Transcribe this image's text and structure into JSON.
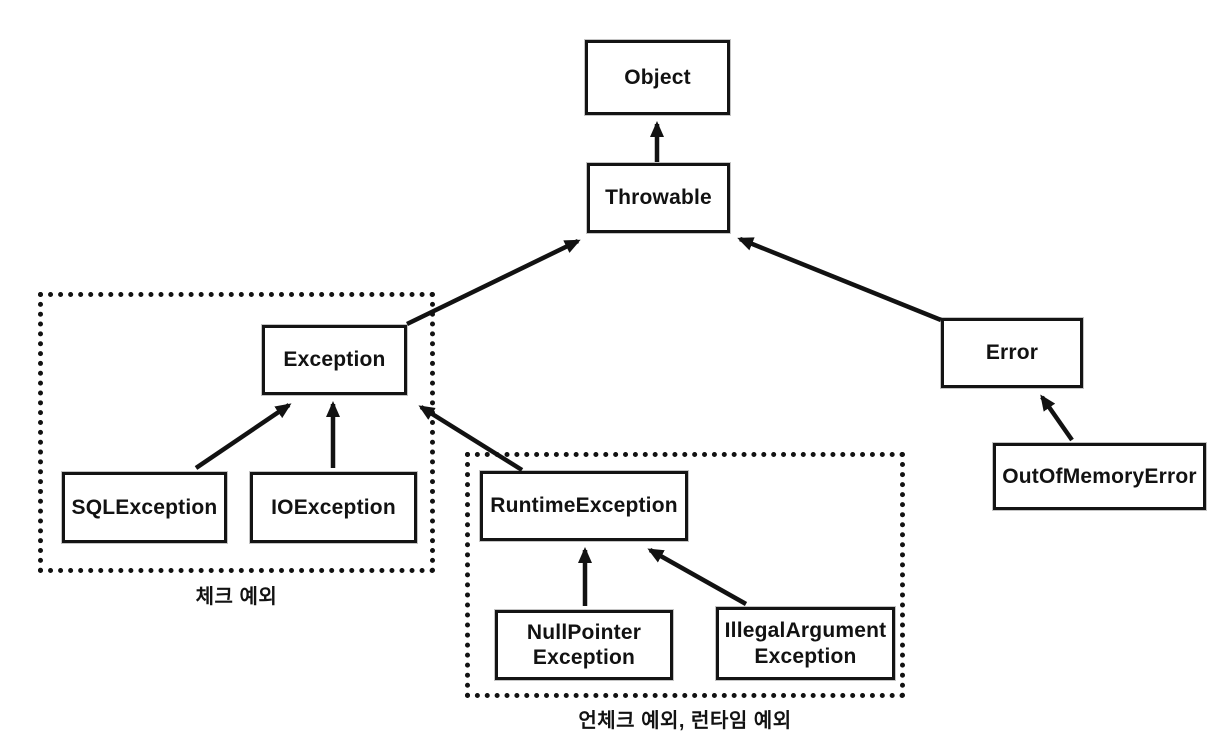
{
  "nodes": {
    "object": {
      "label": "Object"
    },
    "throwable": {
      "label": "Throwable"
    },
    "exception": {
      "label": "Exception"
    },
    "error": {
      "label": "Error"
    },
    "sql_exception": {
      "label": "SQLException"
    },
    "io_exception": {
      "label": "IOException"
    },
    "runtime_exception": {
      "label": "RuntimeException"
    },
    "null_pointer_exception": {
      "label": "NullPointer\nException"
    },
    "illegal_argument_exception": {
      "label": "IllegalArgument\nException"
    },
    "out_of_memory_error": {
      "label": "OutOfMemoryError"
    }
  },
  "groups": {
    "checked": {
      "label": "체크 예외"
    },
    "unchecked": {
      "label": "언체크 예외, 런타임 예외"
    }
  },
  "edges": [
    {
      "from": "Throwable",
      "to": "Object"
    },
    {
      "from": "Exception",
      "to": "Throwable"
    },
    {
      "from": "Error",
      "to": "Throwable"
    },
    {
      "from": "SQLException",
      "to": "Exception"
    },
    {
      "from": "IOException",
      "to": "Exception"
    },
    {
      "from": "RuntimeException",
      "to": "Exception"
    },
    {
      "from": "NullPointerException",
      "to": "RuntimeException"
    },
    {
      "from": "IllegalArgumentException",
      "to": "RuntimeException"
    },
    {
      "from": "OutOfMemoryError",
      "to": "Error"
    }
  ],
  "colors": {
    "line": "#121212",
    "background": "#ffffff",
    "text": "#121212"
  }
}
